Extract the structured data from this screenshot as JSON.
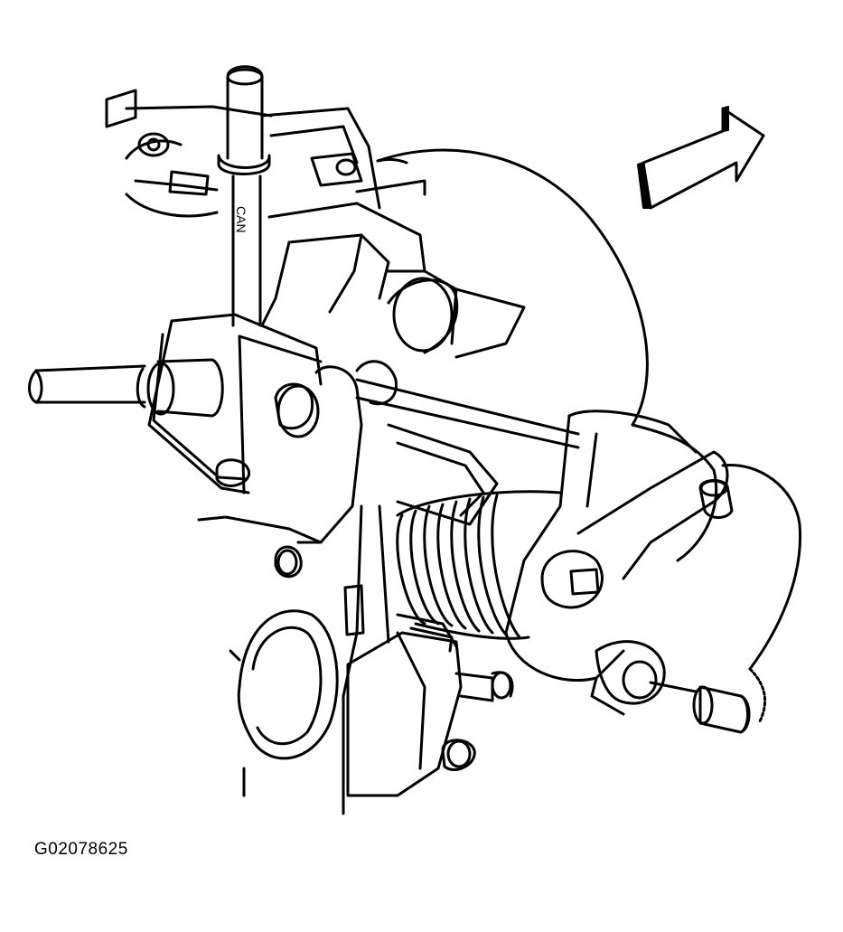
{
  "figure": {
    "id_label": "G02078625",
    "rod_marking": "CAN",
    "arrow": "direction-arrow"
  }
}
